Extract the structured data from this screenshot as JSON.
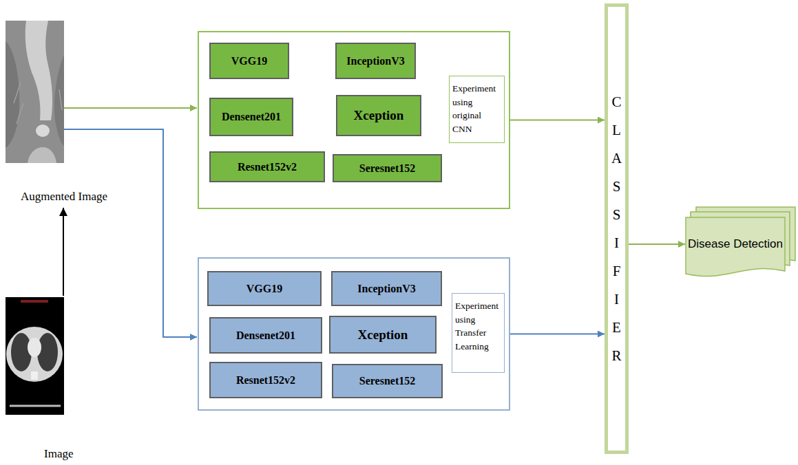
{
  "diagram": {
    "nodes": [
      {
        "text": []
      },
      {
        "text": [
          "VGG19"
        ],
        "in": 0
      },
      {
        "text": [
          "InceptionV3"
        ],
        "in": 0
      },
      {
        "text": [
          "Densenet201"
        ],
        "in": 0
      },
      {
        "text": [
          "Xception"
        ],
        "in": 0
      },
      {
        "text": [
          "Resnet152v2"
        ],
        "in": 0
      },
      {
        "text": [
          "Seresnet152"
        ],
        "in": 0
      },
      {
        "text": [
          "Experiment using original CNN"
        ],
        "in": 0
      },
      {
        "text": []
      },
      {
        "text": [
          "VGG19"
        ],
        "in": 8
      },
      {
        "text": [
          "InceptionV3"
        ],
        "in": 8
      },
      {
        "text": [
          "Densenet201"
        ],
        "in": 8
      },
      {
        "text": [
          "Xception"
        ],
        "in": 8
      },
      {
        "text": [
          "Resnet152v2"
        ],
        "in": 8
      },
      {
        "text": [
          "Seresnet152"
        ],
        "in": 8
      },
      {
        "text": [
          "Experiment using Transfer Learning"
        ],
        "in": 8
      },
      {
        "text": [
          "CLASSIFIER"
        ]
      },
      {
        "text": [
          "Disease Detection"
        ]
      }
    ],
    "edges": [
      {
        "from": 0,
        "to": 16,
        "arrow": "to"
      },
      {
        "from": 8,
        "to": 16,
        "arrow": "to"
      },
      {
        "from": 16,
        "to": 17,
        "arrow": "to"
      }
    ],
    "labels": [
      "Augmented Image",
      "Image"
    ]
  }
}
